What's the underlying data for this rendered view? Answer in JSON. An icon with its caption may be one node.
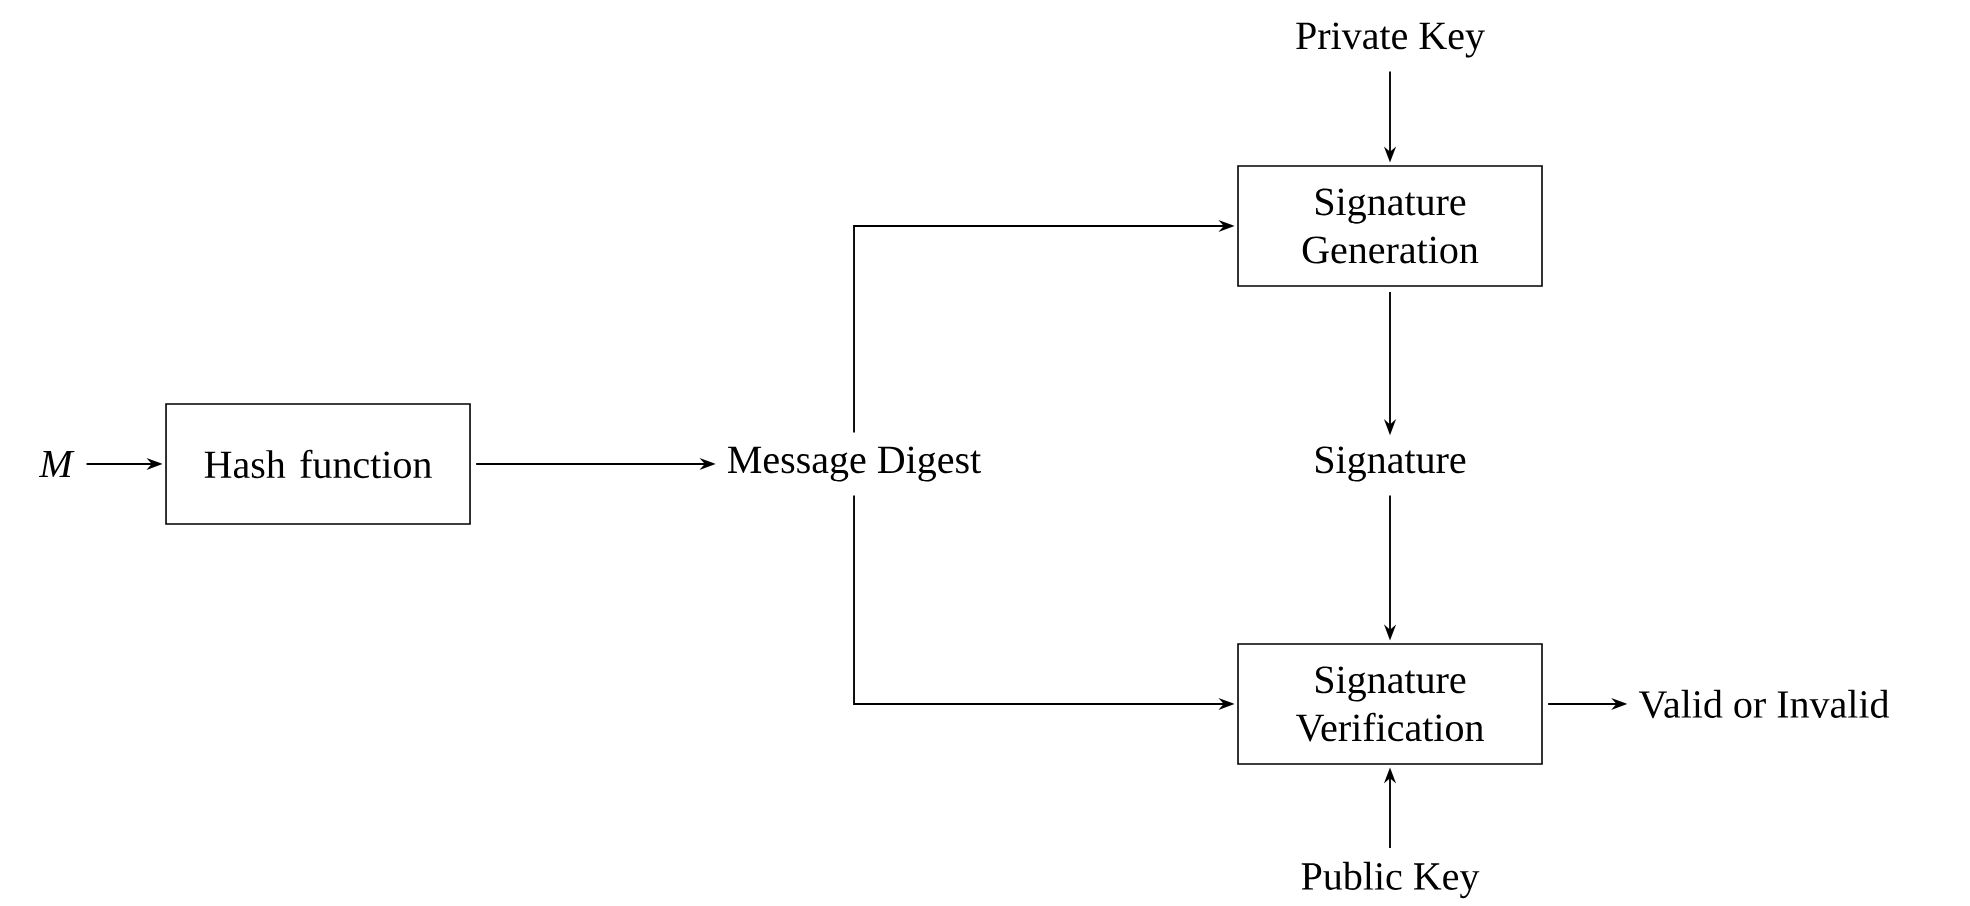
{
  "diagram": {
    "nodes": [
      {
        "text": [
          "M"
        ]
      },
      {
        "text": [
          "Hash function"
        ]
      },
      {
        "text": [
          "Message Digest"
        ]
      },
      {
        "text": [
          "Private Key"
        ]
      },
      {
        "text": [
          "Signature Generation"
        ]
      },
      {
        "text": [
          "Signature"
        ]
      },
      {
        "text": [
          "Signature Verification"
        ]
      },
      {
        "text": [
          "Public Key"
        ]
      },
      {
        "text": [
          "Valid or Invalid"
        ]
      }
    ],
    "edges": [
      {
        "from": 0,
        "to": 1,
        "arrow": "to"
      },
      {
        "from": 1,
        "to": 2,
        "arrow": "to"
      },
      {
        "from": 2,
        "to": 4,
        "arrow": "to"
      },
      {
        "from": 2,
        "to": 6,
        "arrow": "to"
      },
      {
        "from": 3,
        "to": 4,
        "arrow": "to"
      },
      {
        "from": 4,
        "to": 5,
        "arrow": "to"
      },
      {
        "from": 5,
        "to": 6,
        "arrow": "to"
      },
      {
        "from": 7,
        "to": 6,
        "arrow": "to"
      },
      {
        "from": 6,
        "to": 8,
        "arrow": "to"
      }
    ]
  }
}
